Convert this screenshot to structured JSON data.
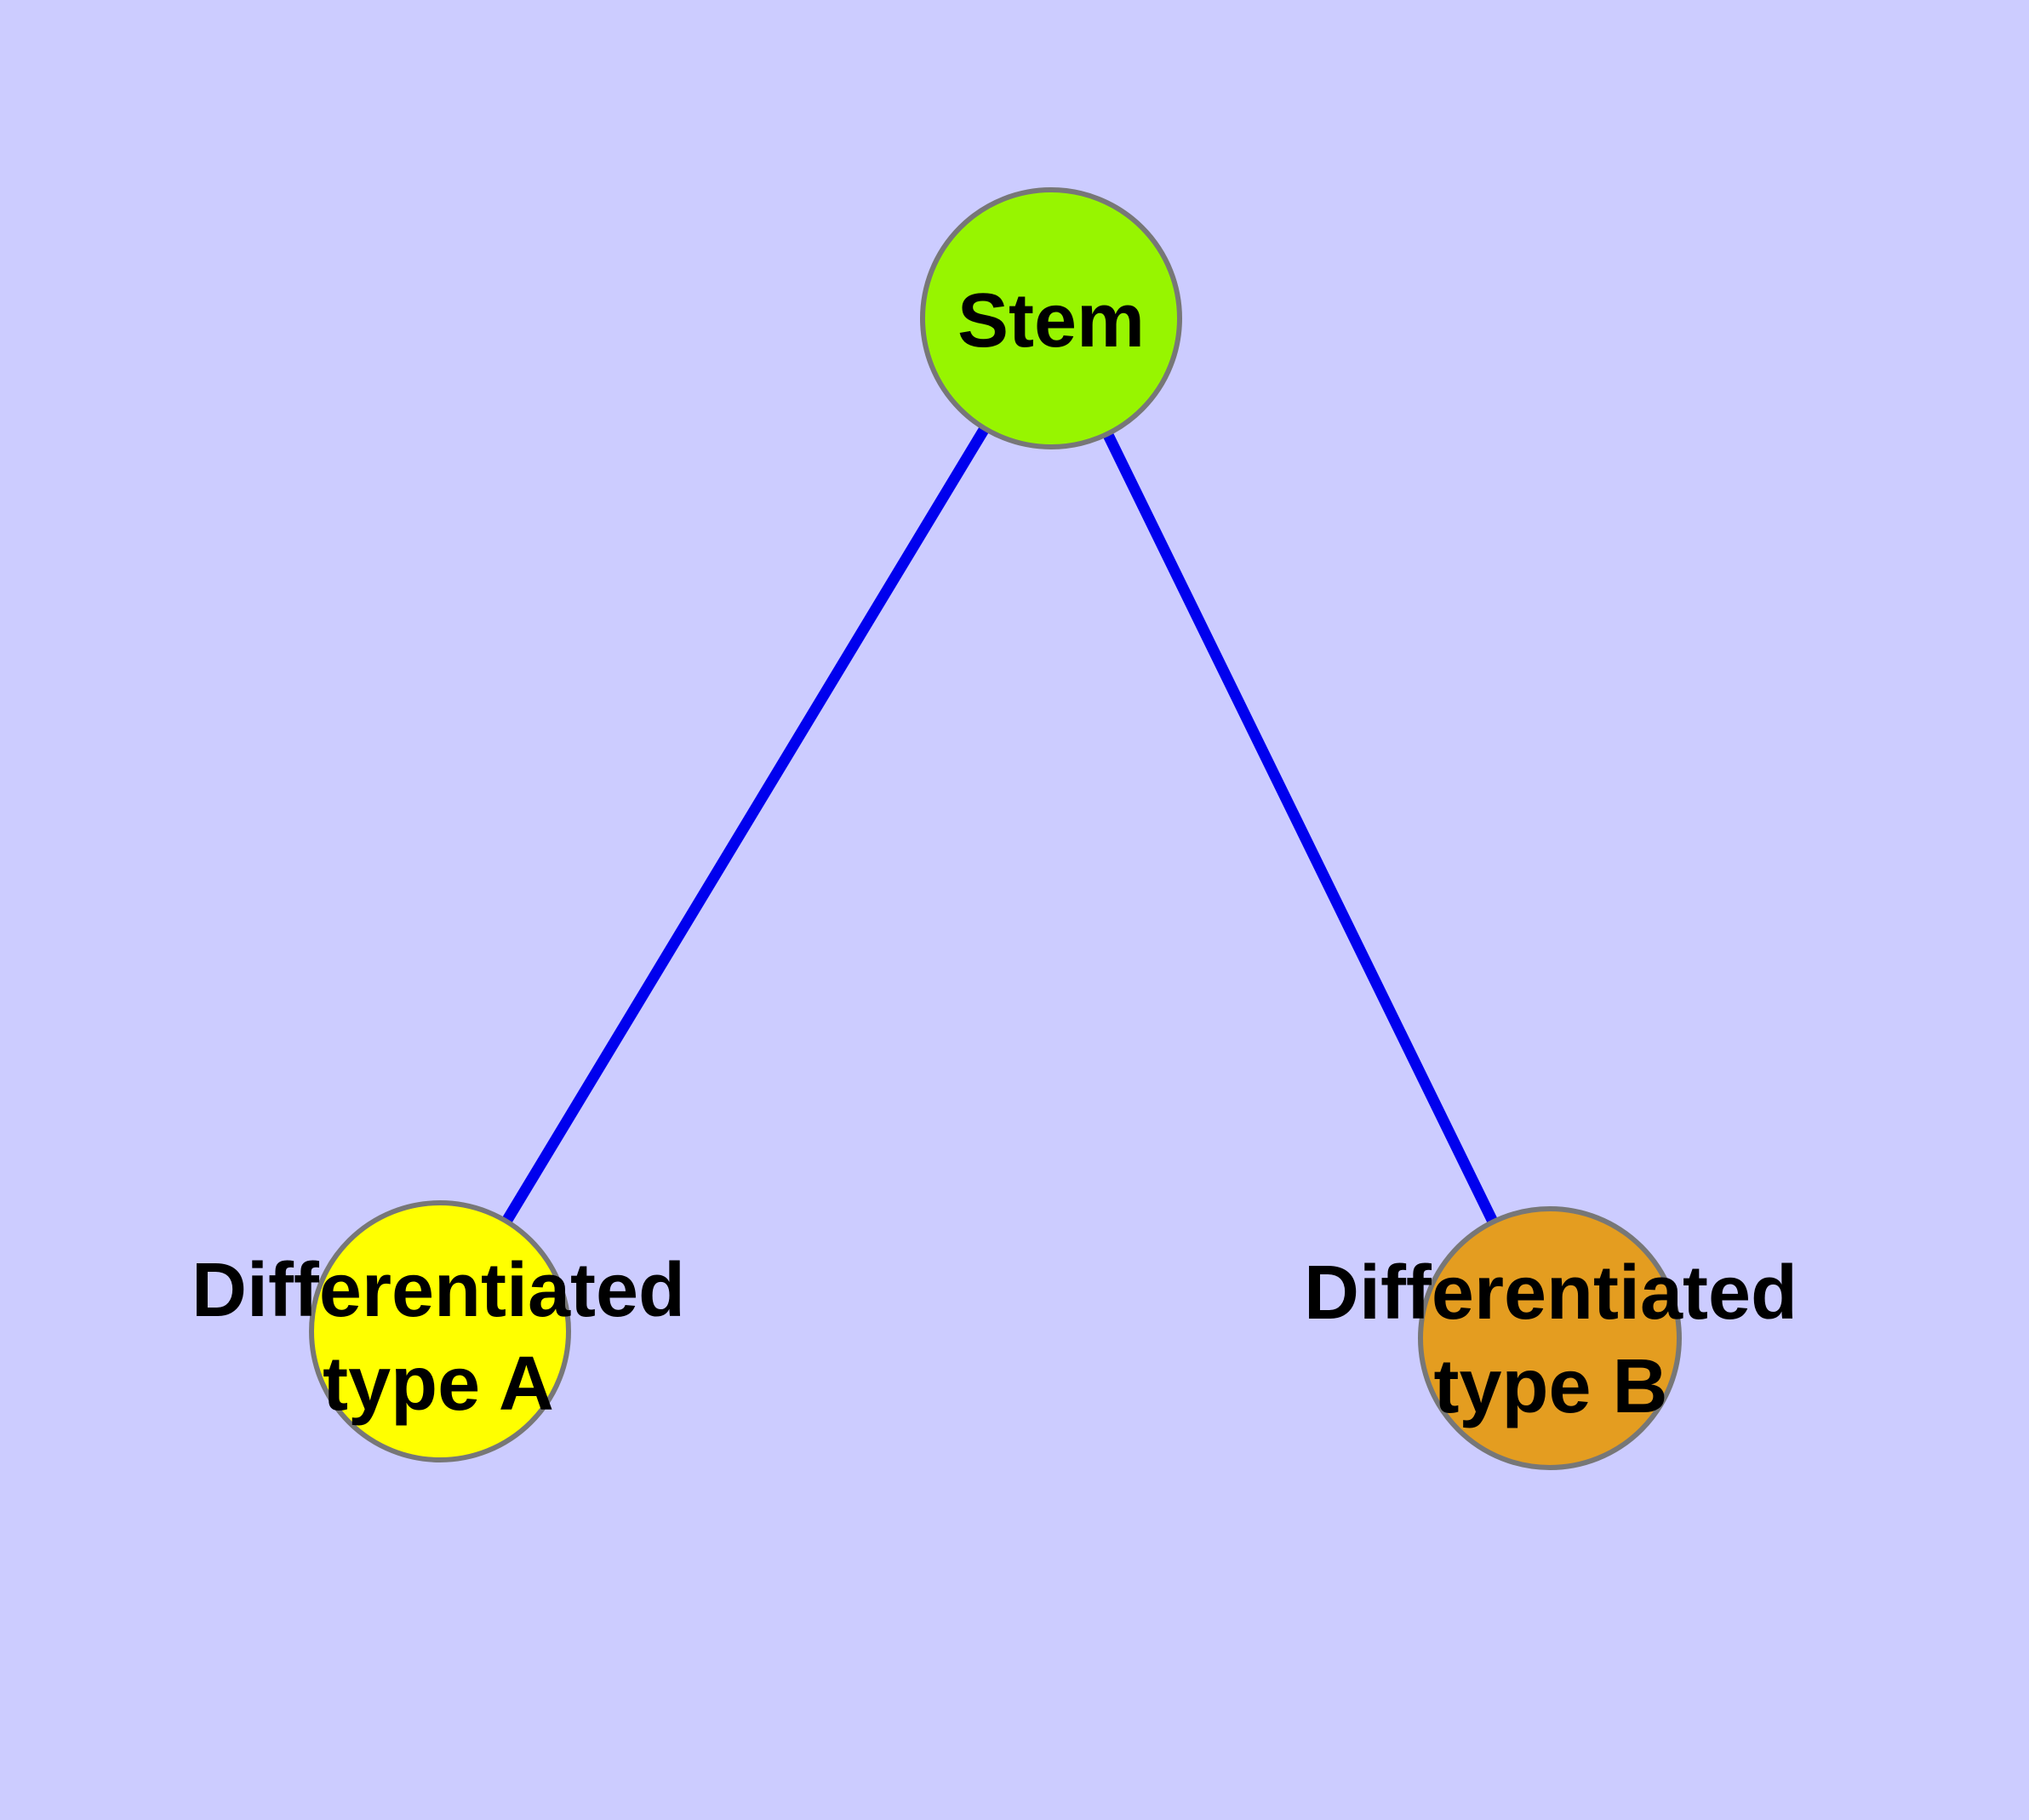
{
  "figure": {
    "background_color": "#CCCCFF",
    "edge_color": "#0000EE",
    "node_border_color": "#777777",
    "label_color": "#000000"
  },
  "nodes": {
    "stem": {
      "label": "Stem",
      "color": "#97F500"
    },
    "type_a": {
      "label_line1": "Differentiated",
      "label_line2": "type A",
      "color": "#FFFF00"
    },
    "type_b": {
      "label_line1": "Differentiated",
      "label_line2": "type B",
      "color": "#E49D20"
    }
  },
  "edges": [
    {
      "from": "Stem",
      "to": "Differentiated type A"
    },
    {
      "from": "Stem",
      "to": "Differentiated type B"
    }
  ]
}
